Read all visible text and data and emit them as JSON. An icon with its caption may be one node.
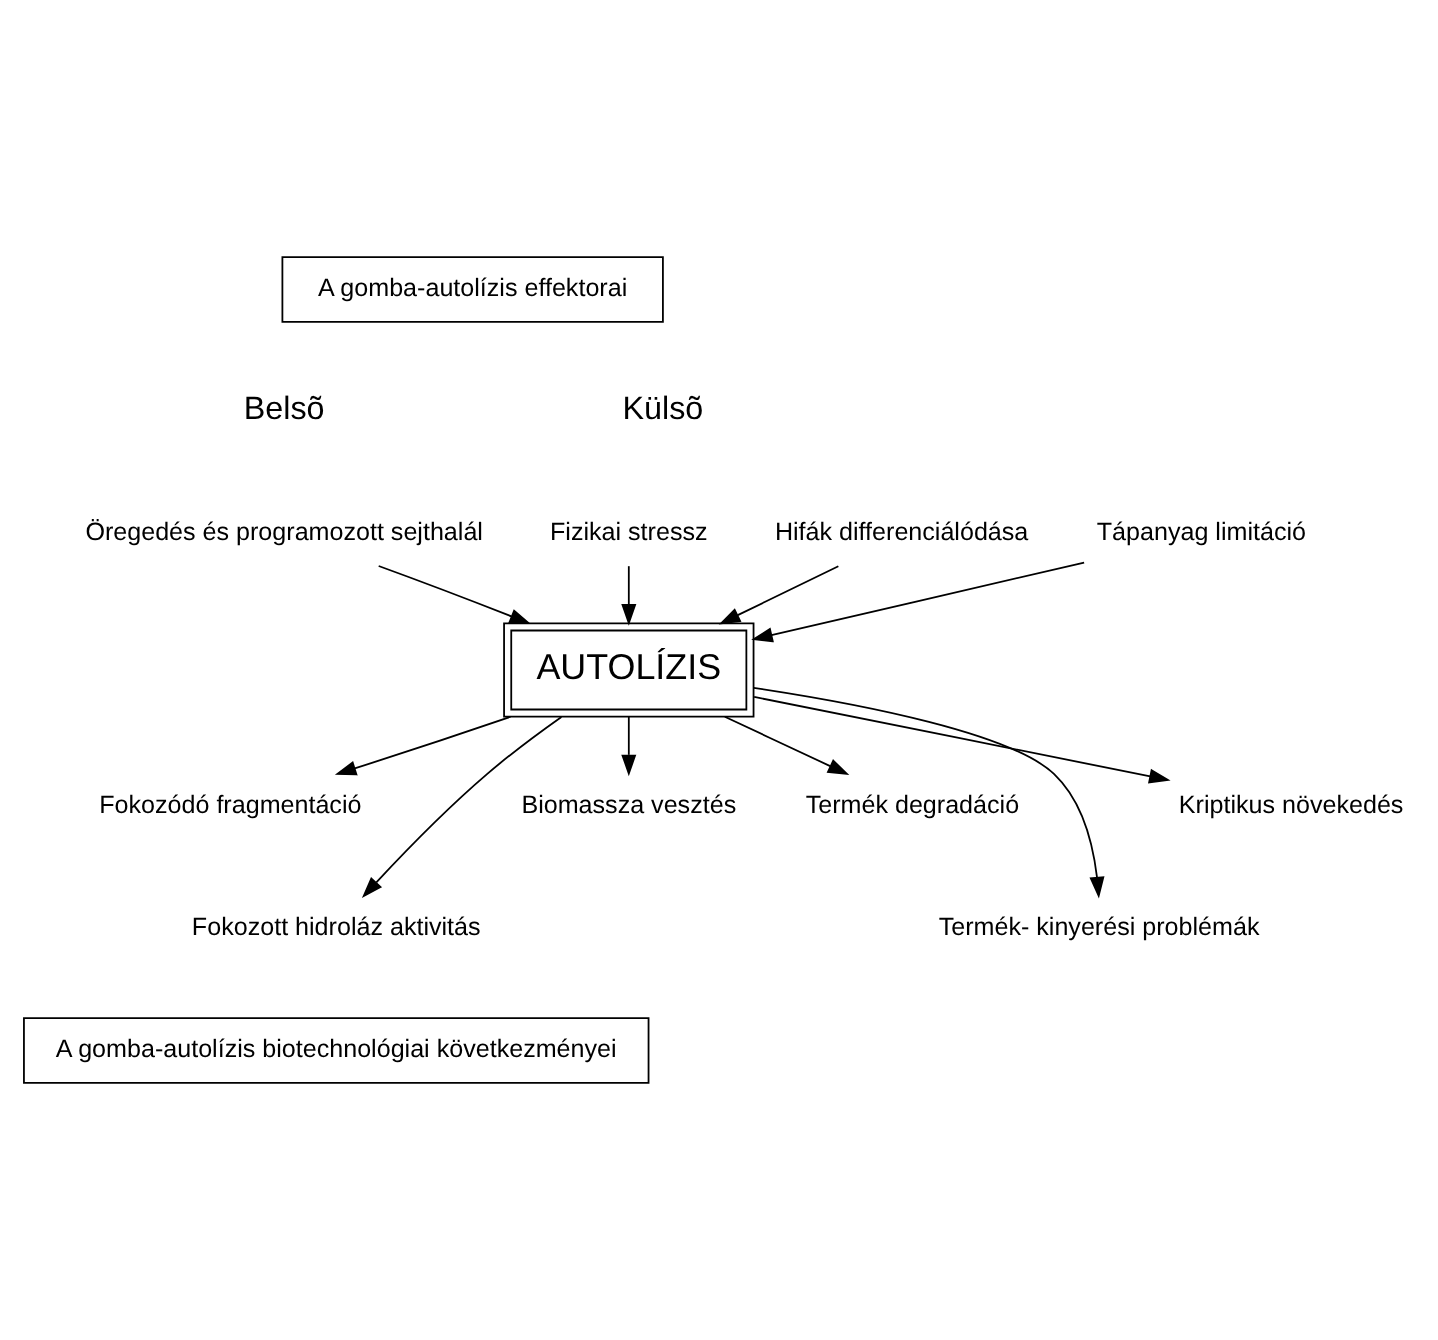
{
  "diagram": {
    "nodes": [
      {
        "text": [
          "A gomba-autolízis effektorai"
        ]
      },
      {
        "text": [
          "Öregedés és programozott sejthalál"
        ]
      },
      {
        "text": [
          "Hifák differenciálódása"
        ]
      },
      {
        "text": [
          "Tápanyag limitáció"
        ]
      },
      {
        "text": [
          "Fizikai stressz"
        ]
      },
      {
        "text": [
          "AUTOLÍZIS"
        ]
      },
      {
        "text": [
          "Fokozódó fragmentáció"
        ]
      },
      {
        "text": [
          "Fokozott hidroláz aktivitás"
        ]
      },
      {
        "text": [
          "Biomassza vesztés"
        ]
      },
      {
        "text": [
          "Termék degradáció"
        ]
      },
      {
        "text": [
          "Termék- kinyerési problémák"
        ]
      },
      {
        "text": [
          "Kriptikus növekedés"
        ]
      },
      {
        "text": [
          "A gomba-autolízis biotechnológiai következményei"
        ]
      }
    ],
    "edges": [
      {
        "from": 1,
        "to": 5,
        "arrow": "to"
      },
      {
        "from": 2,
        "to": 5,
        "arrow": "to"
      },
      {
        "from": 3,
        "to": 5,
        "arrow": "to"
      },
      {
        "from": 4,
        "to": 5,
        "arrow": "to"
      },
      {
        "from": 5,
        "to": 6,
        "arrow": "to"
      },
      {
        "from": 5,
        "to": 7,
        "arrow": "to"
      },
      {
        "from": 5,
        "to": 8,
        "arrow": "to"
      },
      {
        "from": 5,
        "to": 9,
        "arrow": "to"
      },
      {
        "from": 5,
        "to": 10,
        "arrow": "to"
      },
      {
        "from": 5,
        "to": 11,
        "arrow": "to"
      }
    ],
    "labels": [
      "Belsõ",
      "Külsõ"
    ]
  }
}
